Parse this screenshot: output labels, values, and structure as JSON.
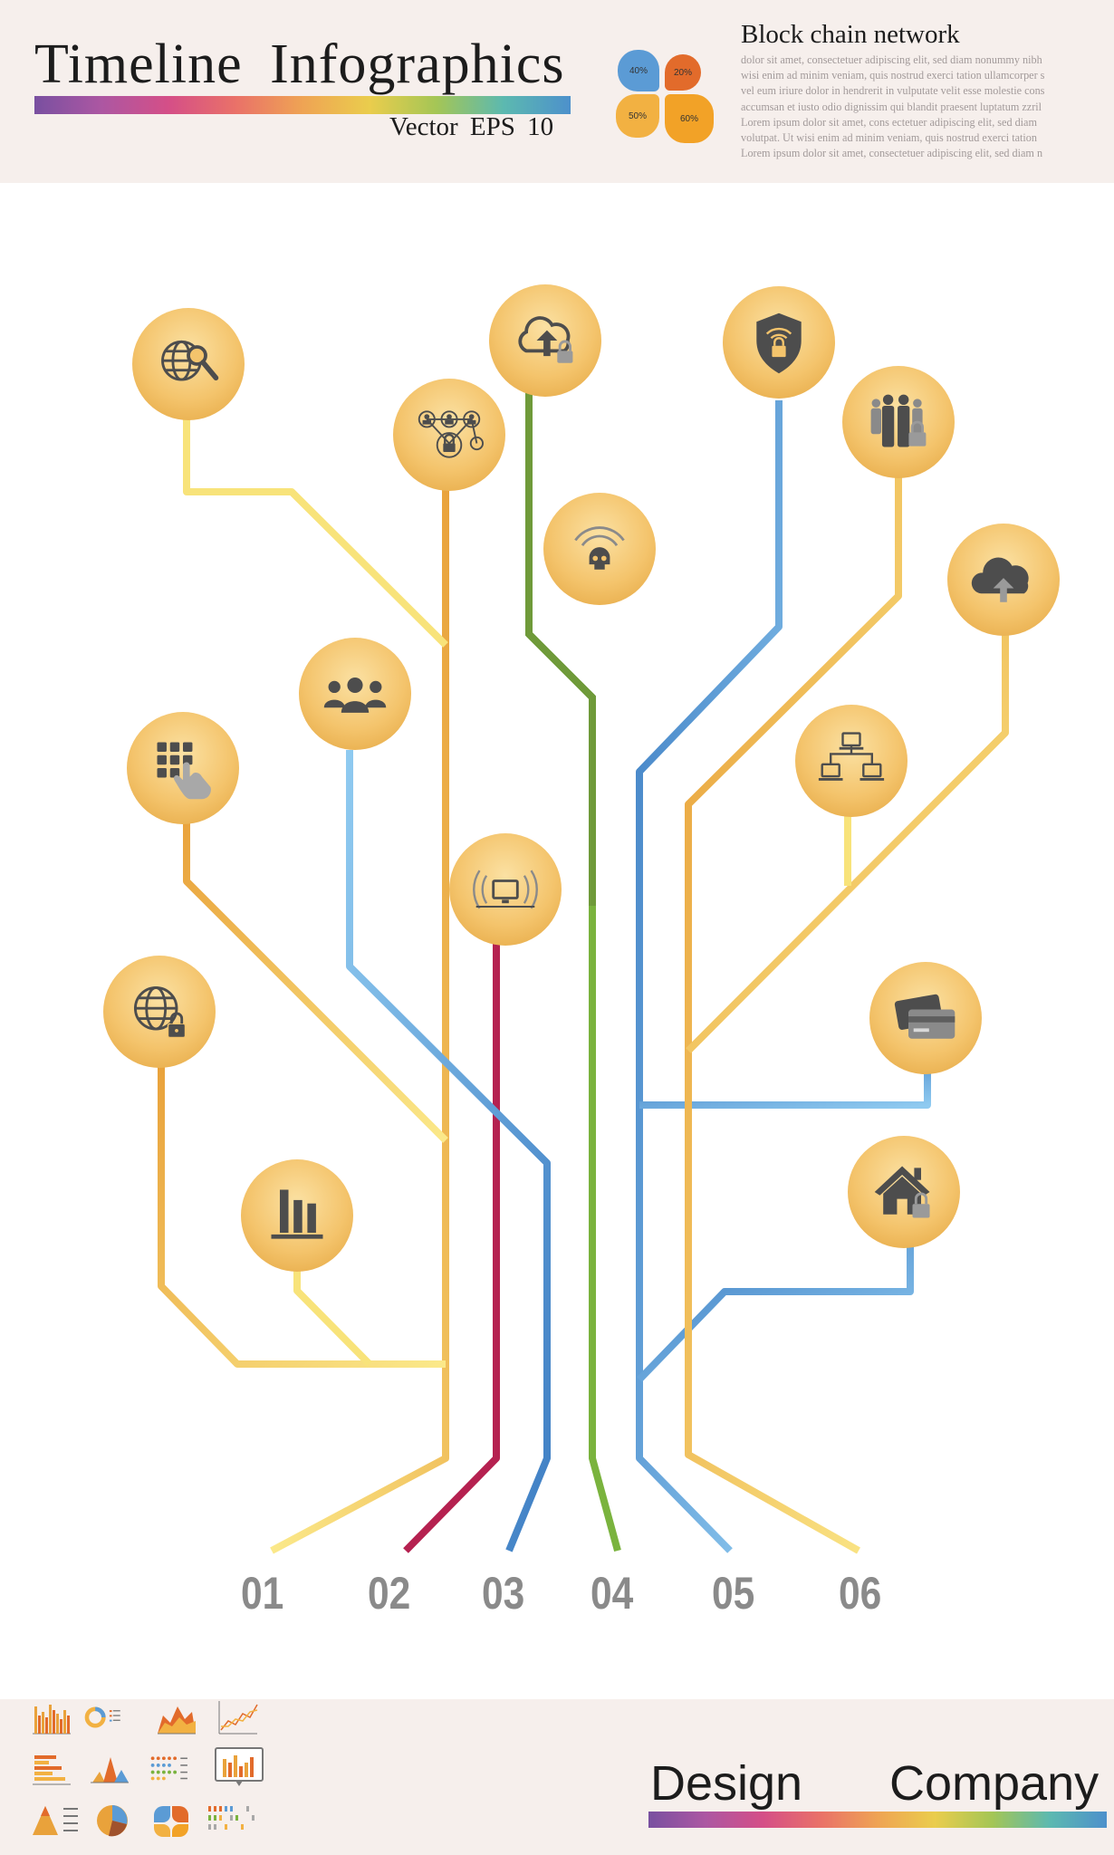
{
  "header": {
    "title": "Timeline  Infographics",
    "subtitle": "Vector  EPS 10",
    "petals": [
      {
        "label": "40%",
        "color": "#5b9bd5"
      },
      {
        "label": "20%",
        "color": "#e26b2b"
      },
      {
        "label": "50%",
        "color": "#f2b142"
      },
      {
        "label": "60%",
        "color": "#f2a227"
      }
    ],
    "block_title": "Block chain network",
    "block_text": [
      "dolor sit amet, consectetuer adipiscing elit, sed diam nonummy nibh",
      "wisi enim ad minim veniam, quis nostrud exerci tation ullamcorper s",
      "vel eum iriure dolor in hendrerit in vulputate velit esse molestie cons",
      "accumsan et iusto odio dignissim qui blandit praesent luptatum zzril",
      "Lorem ipsum dolor sit amet, cons ectetuer adipiscing elit, sed diam",
      "volutpat. Ut wisi enim ad minim veniam, quis nostrud exerci tation",
      "Lorem ipsum dolor sit amet, consectetuer adipiscing elit, sed diam n"
    ]
  },
  "timeline_numbers": [
    "01",
    "02",
    "03",
    "04",
    "05",
    "06"
  ],
  "nodes": [
    {
      "icon": "globe-search-icon"
    },
    {
      "icon": "network-lock-icon"
    },
    {
      "icon": "cloud-upload-lock-icon"
    },
    {
      "icon": "shield-wifi-lock-icon"
    },
    {
      "icon": "team-lock-icon"
    },
    {
      "icon": "wifi-skull-icon"
    },
    {
      "icon": "cloud-upload-icon"
    },
    {
      "icon": "people-group-icon"
    },
    {
      "icon": "keypad-touch-icon"
    },
    {
      "icon": "computer-network-icon"
    },
    {
      "icon": "wireless-monitor-icon"
    },
    {
      "icon": "globe-lock-icon"
    },
    {
      "icon": "credit-card-icon"
    },
    {
      "icon": "bar-chart-icon"
    },
    {
      "icon": "home-lock-icon"
    }
  ],
  "footer": {
    "brand_left": "Design",
    "brand_right": "Company"
  },
  "colors": {
    "yellow": "#f8e37a",
    "orange": "#e9a23b",
    "blue": "#4a8ecf",
    "light_blue": "#78bde9",
    "crimson": "#b52150",
    "green": "#6f9a3a",
    "icon": "#4d4d4d"
  }
}
